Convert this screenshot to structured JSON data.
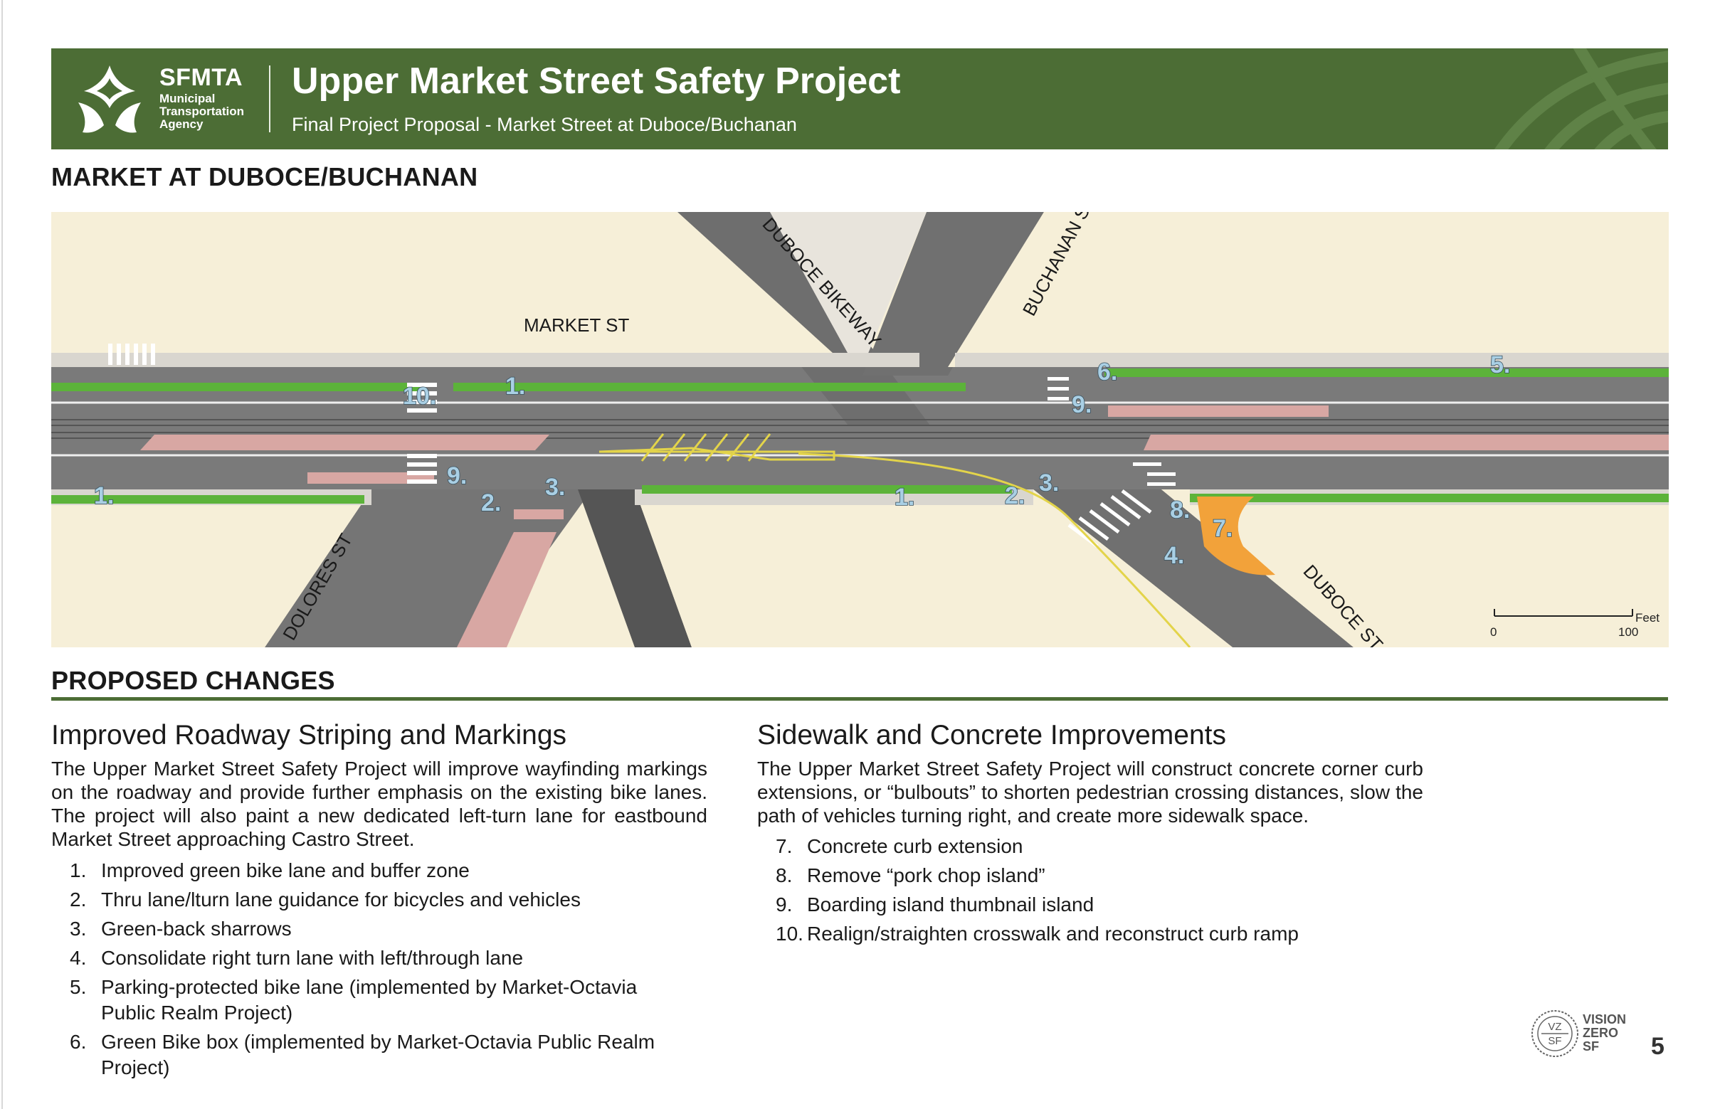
{
  "header": {
    "org_name": "SFMTA",
    "org_sub": "Municipal Transportation Agency",
    "title": "Upper Market Street Safety Project",
    "subtitle": "Final Project Proposal - Market Street at Duboce/Buchanan",
    "brand_color": "#4c6d35"
  },
  "map_section": {
    "title": "MARKET AT DUBOCE/BUCHANAN",
    "street_labels": {
      "market": "MARKET ST",
      "duboce_bikeway": "DUBOCE BIKEWAY",
      "buchanan": "BUCHANAN ST",
      "dolores": "DOLORES ST",
      "duboce": "DUBOCE ST"
    },
    "scale": {
      "unit": "Feet",
      "start": "0",
      "end": "100"
    }
  },
  "changes_section": {
    "title": "PROPOSED CHANGES"
  },
  "left_column": {
    "heading": "Improved Roadway Striping and Markings",
    "paragraph": "The Upper Market Street Safety Project will improve wayfinding markings on the roadway and provide further emphasis on the existing bike lanes. The project will also paint a new dedicated left-turn lane for eastbound Market Street approaching Castro Street.",
    "items": [
      {
        "num": "1.",
        "text": "Improved green bike lane and buffer zone"
      },
      {
        "num": "2.",
        "text": "Thru lane/lturn lane guidance for bicycles and vehicles"
      },
      {
        "num": "3.",
        "text": "Green-back sharrows"
      },
      {
        "num": "4.",
        "text": "Consolidate right turn lane with left/through lane"
      },
      {
        "num": "5.",
        "text": "Parking-protected bike lane (implemented by Market-Octavia Public Realm Project)"
      },
      {
        "num": "6.",
        "text": "Green Bike box (implemented by Market-Octavia Public Realm Project)"
      }
    ]
  },
  "right_column": {
    "heading": "Sidewalk and Concrete Improvements",
    "paragraph": "The Upper Market Street Safety Project will construct concrete corner curb extensions, or “bulbouts” to shorten pedestrian crossing distances, slow the path of vehicles turning right, and create more sidewalk space.",
    "items": [
      {
        "num": "7.",
        "text": "Concrete curb extension"
      },
      {
        "num": "8.",
        "text": "Remove “pork chop island”"
      },
      {
        "num": "9.",
        "text": "Boarding island thumbnail island"
      },
      {
        "num": "10.",
        "text": "Realign/straighten crosswalk and reconstruct curb ramp"
      }
    ]
  },
  "footer": {
    "badge_top": "VZ",
    "badge_bottom": "SF",
    "vz_line1": "VISION",
    "vz_line2": "ZERO",
    "vz_line3": "SF",
    "page_number": "5"
  }
}
